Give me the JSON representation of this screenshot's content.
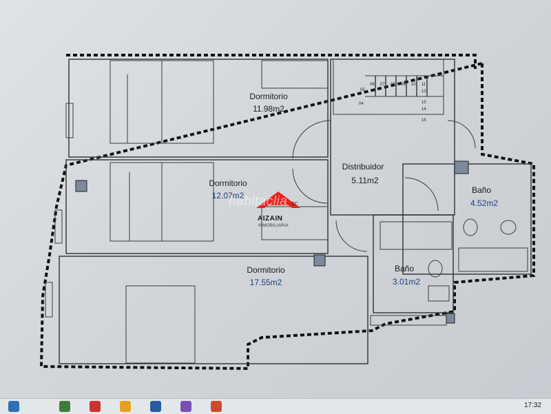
{
  "rooms": [
    {
      "name": "Dormitorio",
      "area": "11.98m2"
    },
    {
      "name": "Dormitorio",
      "area": "12.07m2"
    },
    {
      "name": "Dormitorio",
      "area": "17.55m2"
    },
    {
      "name": "Distribuidor",
      "area": "5.11m2"
    },
    {
      "name": "Baño",
      "area": "4.52m2"
    },
    {
      "name": "Baño",
      "area": "3.01m2"
    }
  ],
  "logo": {
    "name": "AIZAIN",
    "subtitle": "INMOBILIARIA",
    "mark": "SC"
  },
  "watermark": "habitaclia",
  "stairs": {
    "steps": [
      "04",
      "05",
      "06",
      "07",
      "08",
      "09",
      "10",
      "11",
      "12",
      "13",
      "14",
      "15"
    ]
  },
  "taskbar": {
    "time": "17:32"
  },
  "colors": {
    "wall": "#2b2b2b",
    "area_text": "#1f3f7a",
    "logo_red": "#e8231c"
  }
}
